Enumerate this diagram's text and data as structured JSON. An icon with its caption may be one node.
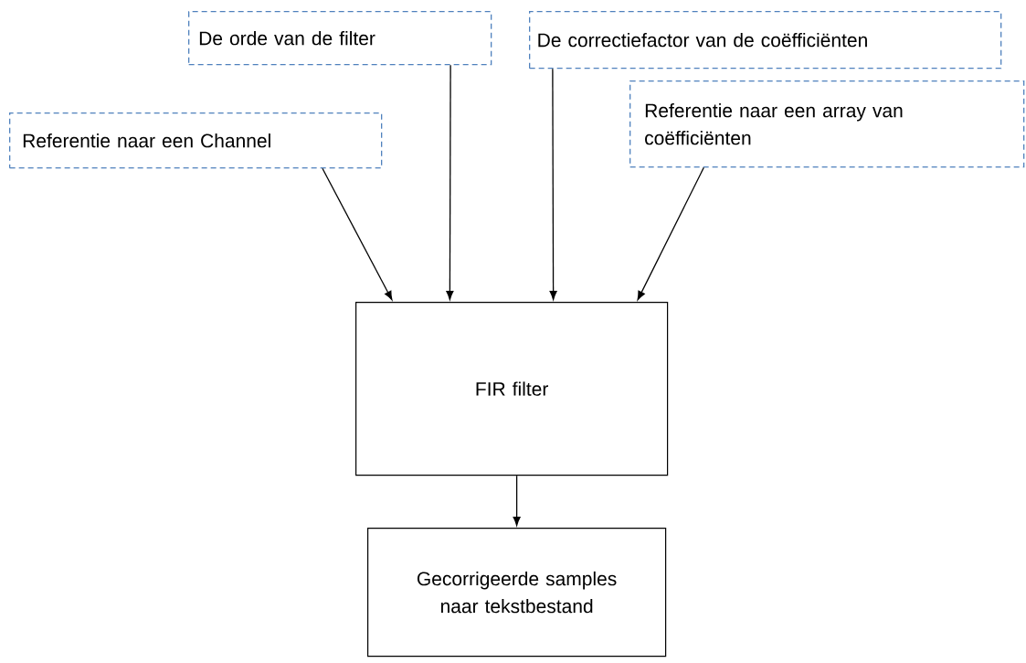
{
  "diagram": {
    "nodes": [
      {
        "text": [
          "Referentie naar een Channel"
        ]
      },
      {
        "text": [
          "De orde van de filter"
        ]
      },
      {
        "text": [
          "De correctiefactor van de coëfficiënten"
        ]
      },
      {
        "text": [
          "Referentie naar een array van coëfficiënten"
        ]
      },
      {
        "text": [
          "FIR filter"
        ]
      },
      {
        "text": [
          "Gecorrigeerde samples naar tekstbestand"
        ]
      }
    ],
    "edges": [
      {
        "from": 0,
        "to": 4,
        "arrow": "to"
      },
      {
        "from": 1,
        "to": 4,
        "arrow": "to"
      },
      {
        "from": 2,
        "to": 4,
        "arrow": "to"
      },
      {
        "from": 3,
        "to": 4,
        "arrow": "to"
      },
      {
        "from": 4,
        "to": 5,
        "arrow": "to"
      }
    ]
  }
}
